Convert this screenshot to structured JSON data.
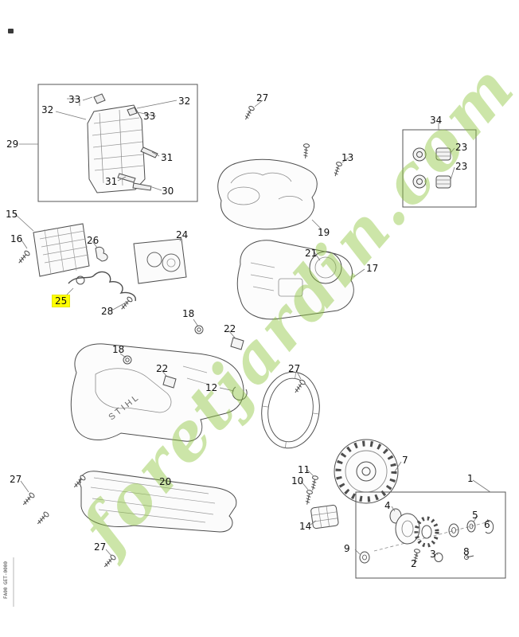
{
  "watermark": {
    "text": "foretjardin.com",
    "color": "#8dc63f"
  },
  "brand_text": "STIHL",
  "doc_code": "FA00 GET-0000",
  "highlight": {
    "color": "#ffff00",
    "part": "25"
  },
  "callouts": [
    {
      "label": "33"
    },
    {
      "label": "32"
    },
    {
      "label": "32"
    },
    {
      "label": "33"
    },
    {
      "label": "29"
    },
    {
      "label": "31"
    },
    {
      "label": "31"
    },
    {
      "label": "30"
    },
    {
      "label": "27"
    },
    {
      "label": "13"
    },
    {
      "label": "34"
    },
    {
      "label": "23"
    },
    {
      "label": "23"
    },
    {
      "label": "19"
    },
    {
      "label": "15"
    },
    {
      "label": "16"
    },
    {
      "label": "26"
    },
    {
      "label": "24"
    },
    {
      "label": "21"
    },
    {
      "label": "17"
    },
    {
      "label": "25",
      "highlighted": true
    },
    {
      "label": "28"
    },
    {
      "label": "18"
    },
    {
      "label": "22"
    },
    {
      "label": "18"
    },
    {
      "label": "22"
    },
    {
      "label": "12"
    },
    {
      "label": "27"
    },
    {
      "label": "11"
    },
    {
      "label": "10"
    },
    {
      "label": "7"
    },
    {
      "label": "20"
    },
    {
      "label": "27"
    },
    {
      "label": "14"
    },
    {
      "label": "1"
    },
    {
      "label": "4"
    },
    {
      "label": "5"
    },
    {
      "label": "6"
    },
    {
      "label": "9"
    },
    {
      "label": "2"
    },
    {
      "label": "3"
    },
    {
      "label": "8"
    },
    {
      "label": "27"
    }
  ]
}
